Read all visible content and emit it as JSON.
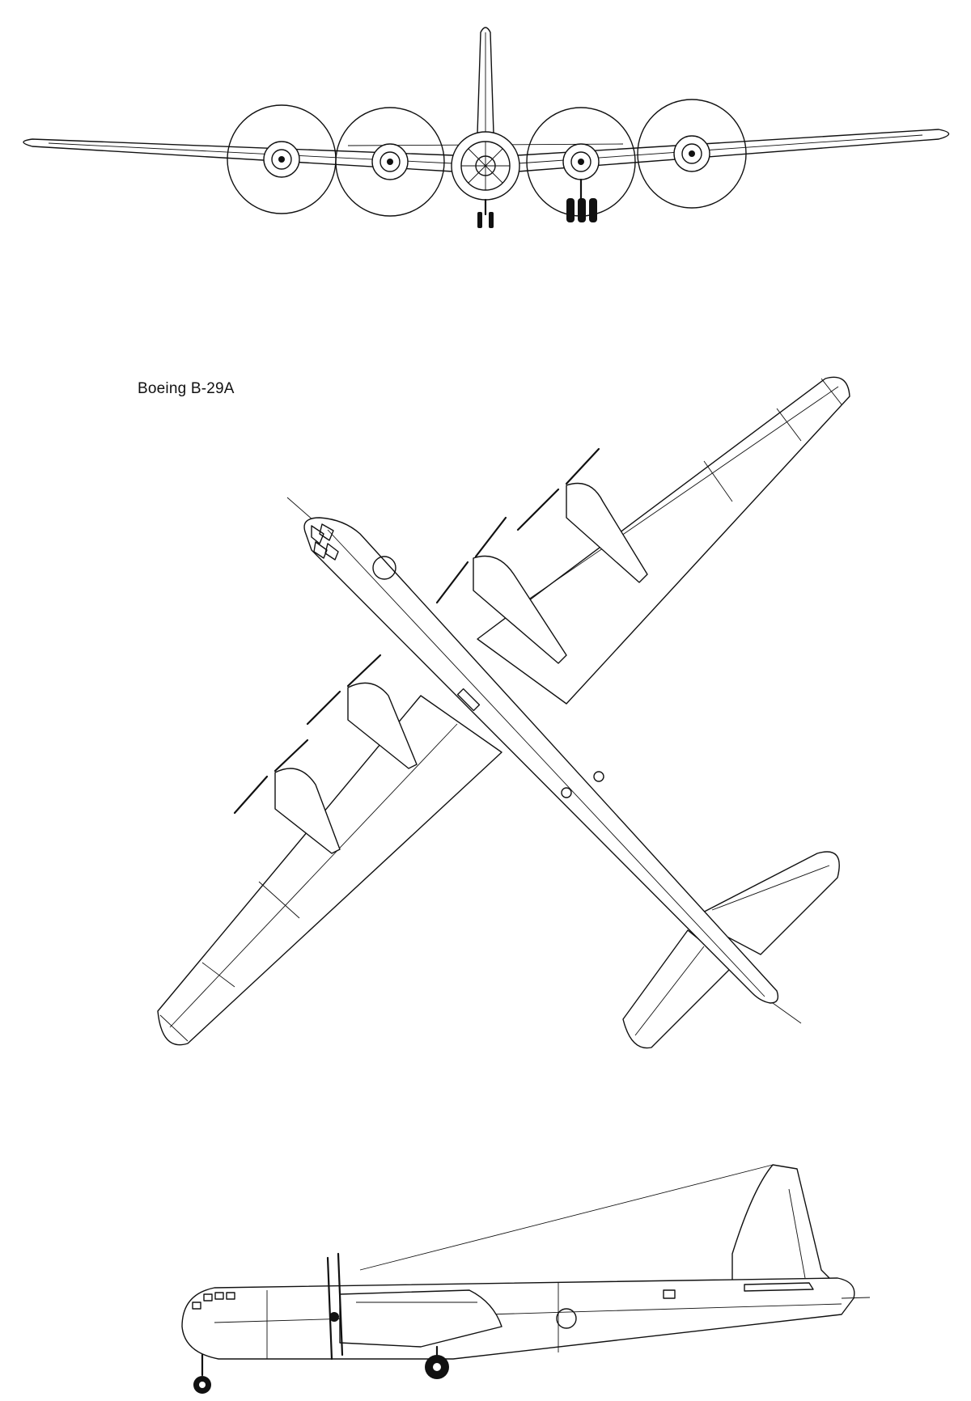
{
  "caption": "Boeing B-29A",
  "views": {
    "front": "front-view",
    "plan": "plan-view",
    "side": "side-view"
  },
  "colors": {
    "line": "#111111",
    "paper": "#ffffff"
  }
}
